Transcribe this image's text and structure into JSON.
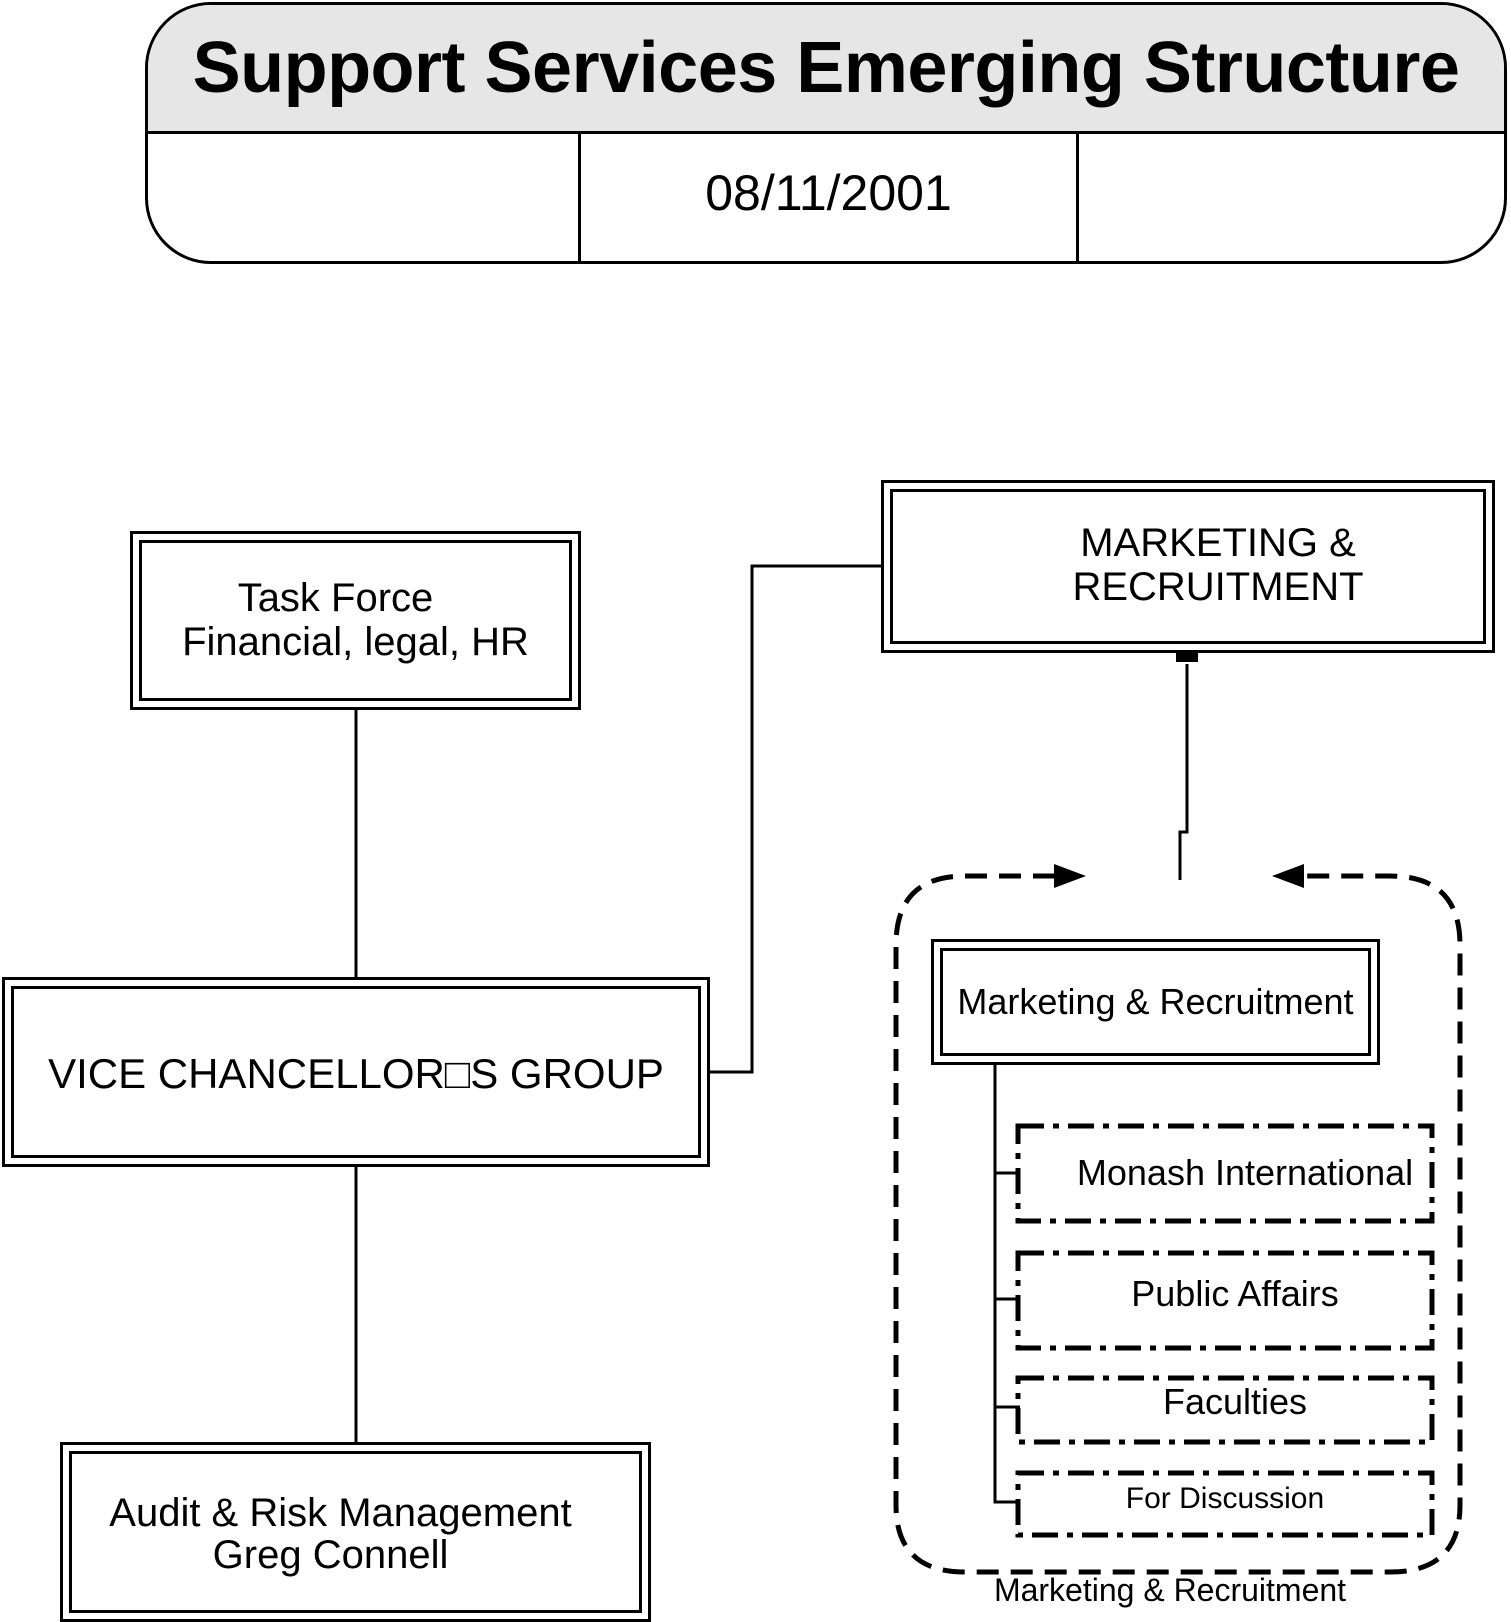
{
  "title_block": {
    "title": "Support Services Emerging Structure",
    "left_cell": "",
    "date": "08/11/2001",
    "right_cell": ""
  },
  "nodes": {
    "task_force": {
      "line1": "Task Force",
      "line2": "Financial, legal, HR"
    },
    "vc_group": {
      "label": "VICE CHANCELLOR□S GROUP"
    },
    "audit": {
      "line1": "Audit & Risk Management",
      "line2": "Greg Connell"
    },
    "marketing_top": {
      "line1": "MARKETING &",
      "line2": "RECRUITMENT"
    },
    "marketing_inner": {
      "label": "Marketing & Recruitment"
    },
    "monash_intl": {
      "label": "Monash International"
    },
    "public_affairs": {
      "label": "Public Affairs"
    },
    "faculties": {
      "label": "Faculties"
    },
    "for_discussion": {
      "label": "For Discussion"
    }
  },
  "group_label": "Marketing & Recruitment"
}
